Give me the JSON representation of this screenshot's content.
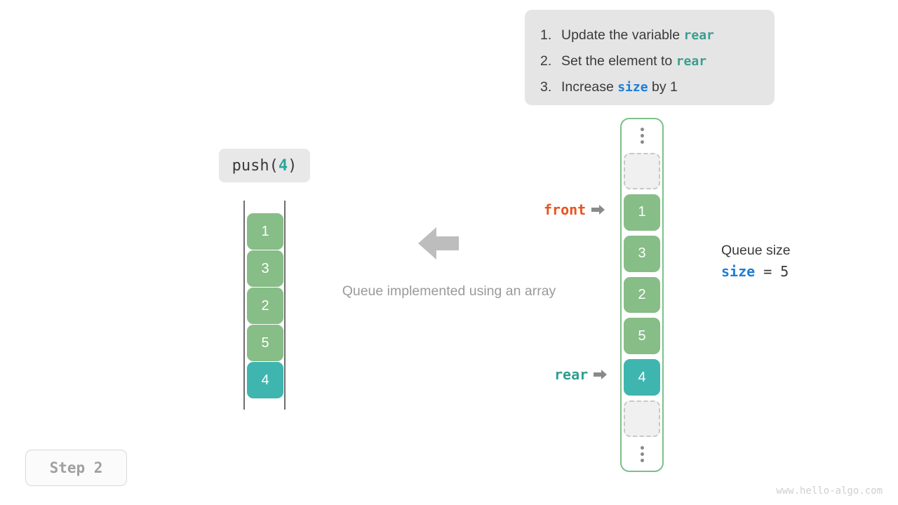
{
  "instructions": {
    "items": [
      {
        "number": "1.",
        "before": "Update the variable ",
        "keyword": "rear",
        "keyword_kind": "rear",
        "after": ""
      },
      {
        "number": "2.",
        "before": "Set the element to ",
        "keyword": "rear",
        "keyword_kind": "rear",
        "after": ""
      },
      {
        "number": "3.",
        "before": "Increase ",
        "keyword": "size",
        "keyword_kind": "size",
        "after": " by 1"
      }
    ]
  },
  "operation": {
    "name": "push(",
    "argument": "4",
    "close": ")"
  },
  "left_list": {
    "cells": [
      {
        "value": "1",
        "color": "green"
      },
      {
        "value": "3",
        "color": "green"
      },
      {
        "value": "2",
        "color": "green"
      },
      {
        "value": "5",
        "color": "green"
      },
      {
        "value": "4",
        "color": "teal"
      }
    ]
  },
  "caption": "Queue implemented using an array",
  "array_column": {
    "cells": [
      {
        "value": "",
        "kind": "empty"
      },
      {
        "value": "1",
        "kind": "green"
      },
      {
        "value": "3",
        "kind": "green"
      },
      {
        "value": "2",
        "kind": "green"
      },
      {
        "value": "5",
        "kind": "green"
      },
      {
        "value": "4",
        "kind": "teal"
      },
      {
        "value": "",
        "kind": "empty"
      }
    ]
  },
  "pointers": {
    "front": "front",
    "rear": "rear"
  },
  "size_readout": {
    "title": "Queue size",
    "variable": "size",
    "expression": " = 5"
  },
  "step_badge": "Step 2",
  "watermark": "www.hello-algo.com",
  "colors": {
    "green": "#87bd87",
    "teal": "#3fb5b0",
    "front": "#e8541e",
    "rear": "#2f9e90",
    "size": "#1a7ed8",
    "panel_bg": "#e5e5e5",
    "container_border": "#7cc08a",
    "muted": "#9a9a9a"
  }
}
